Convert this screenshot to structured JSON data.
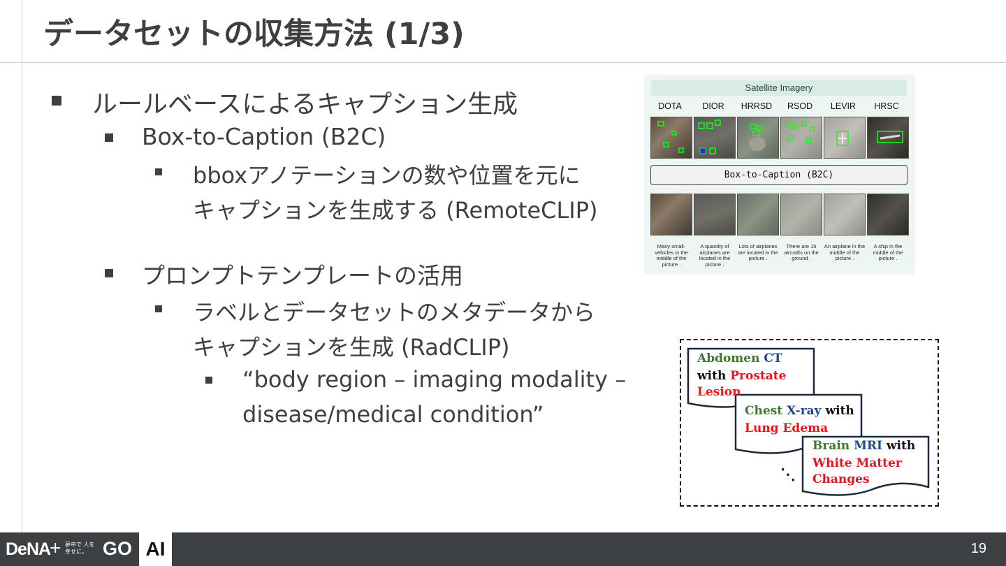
{
  "slide": {
    "title": "データセットの収集方法 (1/3)",
    "page_number": "19"
  },
  "bullets": {
    "b1": "ルールベースによるキャプション生成",
    "b1_1": "Box-to-Caption (B2C)",
    "b1_1_1_line1": "bboxアノテーションの数や位置を元に",
    "b1_1_1_line2": "キャプションを生成する (RemoteCLIP)",
    "b2": "プロンプトテンプレートの活用",
    "b2_1_line1": "ラベルとデータセットのメタデータから",
    "b2_1_line2": "キャプションを生成 (RadCLIP)",
    "b2_1_1_line1": "“body region – imaging modality –",
    "b2_1_1_line2": "disease/medical condition”"
  },
  "satellite_figure": {
    "header": "Satellite Imagery",
    "datasets": [
      "DOTA",
      "DIOR",
      "HRRSD",
      "RSOD",
      "LEVIR",
      "HRSC"
    ],
    "method": "Box-to-Caption (B2C)",
    "captions": [
      "Many small-vehicles in the middle of the picture .",
      "A quantity of airplanes are located in the picture .",
      "Lots of airplanes are located in the picture .",
      "There are 15 aircrafts on the ground .",
      "An airplane in the middle of the picture .",
      "A ship in the middle of the picture ."
    ]
  },
  "medical_figure": {
    "card1": {
      "w1": "Abdomen",
      "w2": "CT",
      "w3": "with",
      "w4": "Prostate",
      "w5": "Lesion"
    },
    "card2": {
      "w1": "Chest",
      "w2": "X-ray",
      "w3": "with",
      "w4": "Lung Edema"
    },
    "card3": {
      "w1": "Brain",
      "w2": "MRI",
      "w3": "with",
      "w4": "White Matter",
      "w5": "Changes"
    },
    "ellipsis": "⋱"
  },
  "footer": {
    "logo": "DeNA",
    "plus": "+",
    "tagline": "夢中で 人を幸せに。",
    "go_logo": "GO",
    "ai_label": "AI"
  },
  "colors": {
    "text": "#3c4043",
    "footer_bg": "#3c4043",
    "body_region": "#3a7a2a",
    "modality": "#1f4a8a",
    "condition": "#e8141e"
  }
}
